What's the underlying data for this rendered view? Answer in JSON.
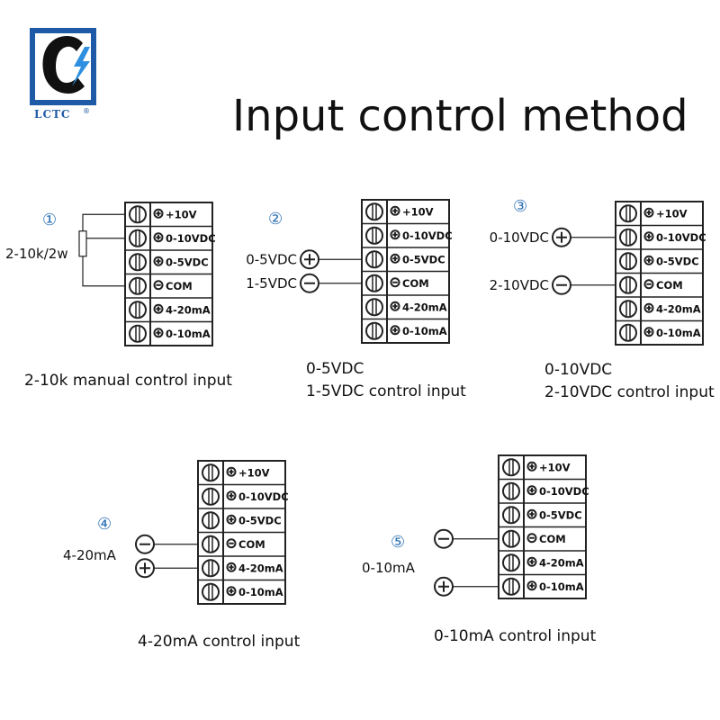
{
  "logo": {
    "text": "LCTC",
    "reg": "®",
    "color": "#1f5aa6",
    "accent": "#2e8fe0"
  },
  "title": "Input control method",
  "colors": {
    "number": "#2b6fb3",
    "line": "#222222"
  },
  "terminal_labels": [
    "+10V",
    "0-10VDC",
    "0-5VDC",
    "COM",
    "4-20mA",
    "0-10mA"
  ],
  "terminal_signs": [
    "plus",
    "plus",
    "plus",
    "minus",
    "plus",
    "plus"
  ],
  "diagrams": [
    {
      "number": "①",
      "caption_lines": [
        "2-10k manual control input"
      ],
      "side_labels": [
        {
          "text": "2-10k/2w"
        }
      ],
      "element": "potentiometer"
    },
    {
      "number": "②",
      "caption_lines": [
        "0-5VDC",
        "1-5VDC control input"
      ],
      "side_labels": [
        {
          "text": "0-5VDC",
          "sign": "plus",
          "terminal": 2
        },
        {
          "text": "1-5VDC",
          "sign": "minus",
          "terminal": 3
        }
      ]
    },
    {
      "number": "③",
      "caption_lines": [
        "0-10VDC",
        "2-10VDC control input"
      ],
      "side_labels": [
        {
          "text": "0-10VDC",
          "sign": "plus",
          "terminal": 1
        },
        {
          "text": "2-10VDC",
          "sign": "minus",
          "terminal": 3
        }
      ]
    },
    {
      "number": "④",
      "caption_lines": [
        "4-20mA control input"
      ],
      "side_labels": [
        {
          "text": "4-20mA"
        }
      ],
      "symbols": [
        {
          "sign": "minus",
          "terminal": 3
        },
        {
          "sign": "plus",
          "terminal": 4
        }
      ]
    },
    {
      "number": "⑤",
      "caption_lines": [
        "0-10mA control input"
      ],
      "side_labels": [
        {
          "text": "0-10mA"
        }
      ],
      "symbols": [
        {
          "sign": "minus",
          "terminal": 3
        },
        {
          "sign": "plus",
          "terminal": 5
        }
      ]
    }
  ]
}
